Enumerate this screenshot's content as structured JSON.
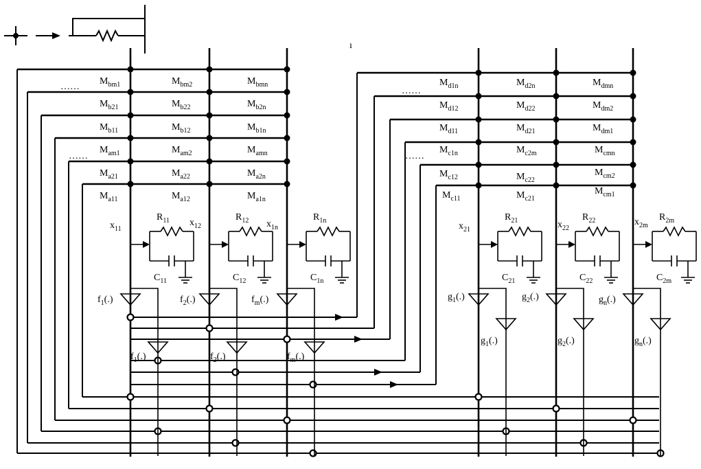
{
  "legend": {
    "node_symbol": "junction-node-icon",
    "arrow_symbol": "arrow-right-icon",
    "memristor_symbol": "memristor-icon"
  },
  "matrix_b": {
    "rows": [
      [
        {
          "b": "M",
          "s": "bm1"
        },
        {
          "b": "M",
          "s": "bm2"
        },
        {
          "b": "M",
          "s": "bmn"
        }
      ],
      [
        {
          "b": "M",
          "s": "b21"
        },
        {
          "b": "M",
          "s": "b22"
        },
        {
          "b": "M",
          "s": "b2n"
        }
      ],
      [
        {
          "b": "M",
          "s": "b11"
        },
        {
          "b": "M",
          "s": "b12"
        },
        {
          "b": "M",
          "s": "b1n"
        }
      ]
    ]
  },
  "matrix_a": {
    "rows": [
      [
        {
          "b": "M",
          "s": "am1"
        },
        {
          "b": "M",
          "s": "am2"
        },
        {
          "b": "M",
          "s": "amn"
        }
      ],
      [
        {
          "b": "M",
          "s": "a21"
        },
        {
          "b": "M",
          "s": "a22"
        },
        {
          "b": "M",
          "s": "a2n"
        }
      ],
      [
        {
          "b": "M",
          "s": "a11"
        },
        {
          "b": "M",
          "s": "a12"
        },
        {
          "b": "M",
          "s": "a1n"
        }
      ]
    ]
  },
  "matrix_d": {
    "rows": [
      [
        {
          "b": "M",
          "s": "d1n"
        },
        {
          "b": "M",
          "s": "d2n"
        },
        {
          "b": "M",
          "s": "dmn"
        }
      ],
      [
        {
          "b": "M",
          "s": "d12"
        },
        {
          "b": "M",
          "s": "d22"
        },
        {
          "b": "M",
          "s": "dm2"
        }
      ],
      [
        {
          "b": "M",
          "s": "d11"
        },
        {
          "b": "M",
          "s": "d21"
        },
        {
          "b": "M",
          "s": "dm1"
        }
      ]
    ]
  },
  "matrix_c": {
    "rows": [
      [
        {
          "b": "M",
          "s": "c1n"
        },
        {
          "b": "M",
          "s": "c2m"
        },
        {
          "b": "M",
          "s": "cmn"
        }
      ],
      [
        {
          "b": "M",
          "s": "c12"
        },
        {
          "b": "M",
          "s": "c22"
        },
        {
          "b": "M",
          "s": "cm2"
        }
      ],
      [
        {
          "b": "M",
          "s": "c11"
        },
        {
          "b": "M",
          "s": "c21"
        },
        {
          "b": "M",
          "s": "cm1"
        }
      ]
    ]
  },
  "ellipsis": "……",
  "stray_mark": "ı",
  "left_cells": [
    {
      "x": {
        "b": "x",
        "s": "11"
      },
      "r": {
        "b": "R",
        "s": "11"
      },
      "c": {
        "b": "C",
        "s": "11"
      }
    },
    {
      "x": {
        "b": "x",
        "s": "12"
      },
      "r": {
        "b": "R",
        "s": "12"
      },
      "c": {
        "b": "C",
        "s": "12"
      }
    },
    {
      "x": {
        "b": "x",
        "s": "1n"
      },
      "r": {
        "b": "R",
        "s": "1n"
      },
      "c": {
        "b": "C",
        "s": "1n"
      }
    }
  ],
  "right_cells": [
    {
      "x": {
        "b": "x",
        "s": "21"
      },
      "r": {
        "b": "R",
        "s": "21"
      },
      "c": {
        "b": "C",
        "s": "21"
      }
    },
    {
      "x": {
        "b": "x",
        "s": "22"
      },
      "r": {
        "b": "R",
        "s": "22"
      },
      "c": {
        "b": "C",
        "s": "22"
      }
    },
    {
      "x": {
        "b": "x",
        "s": "2m"
      },
      "r": {
        "b": "R",
        "s": "2m"
      },
      "c": {
        "b": "C",
        "s": "2m"
      }
    }
  ],
  "f_upper": [
    {
      "b": "f",
      "s": "1",
      "t": "(.)"
    },
    {
      "b": "f",
      "s": "2",
      "t": "(.)"
    },
    {
      "b": "f",
      "s": "m",
      "t": "(.)"
    }
  ],
  "f_lower": [
    {
      "b": "f",
      "s": "1",
      "t": "(.)"
    },
    {
      "b": "f",
      "s": "2",
      "t": "(.)"
    },
    {
      "b": "f",
      "s": "m",
      "t": "(.)"
    }
  ],
  "g_upper": [
    {
      "b": "g",
      "s": "1",
      "t": "(.)"
    },
    {
      "b": "g",
      "s": "2",
      "t": "(.)"
    },
    {
      "b": "g",
      "s": "n",
      "t": "(.)"
    }
  ],
  "g_lower": [
    {
      "b": "g",
      "s": "1",
      "t": "(.)"
    },
    {
      "b": "g",
      "s": "2",
      "t": "(.)"
    },
    {
      "b": "g",
      "s": "n",
      "t": "(.)"
    }
  ]
}
